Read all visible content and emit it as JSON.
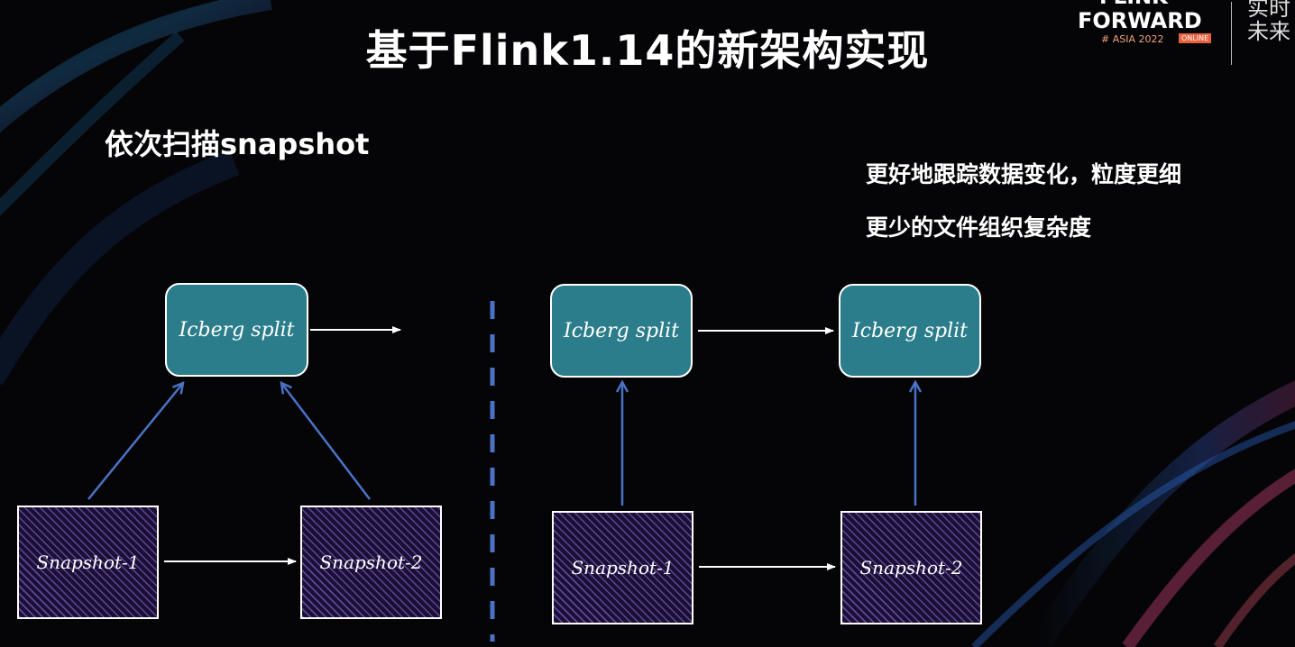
{
  "title": "基于Flink1.14的新架构实现",
  "subtitle": "依次扫描snapshot",
  "notes": [
    "更好地跟踪数据变化，粒度更细",
    "更少的文件组织复杂度"
  ],
  "logo": {
    "line1": "FLINK",
    "line2": "FORWARD",
    "line3": "# ASIA 2022",
    "badge": "ONLINE",
    "chinese": [
      "实时",
      "未来"
    ]
  },
  "left": {
    "split": "Icberg split",
    "snap1": "Snapshot-1",
    "snap2": "Snapshot-2"
  },
  "right": {
    "split1": "Icberg split",
    "split2": "Icberg split",
    "snap1": "Snapshot-1",
    "snap2": "Snapshot-2"
  },
  "colors": {
    "split_fill": "#2b7d8b",
    "snapshot_fill": "#1b0f36",
    "snapshot_hatch": "#9678e6",
    "arrow_blue": "#4a72c6",
    "divider": "#4a72c6"
  }
}
